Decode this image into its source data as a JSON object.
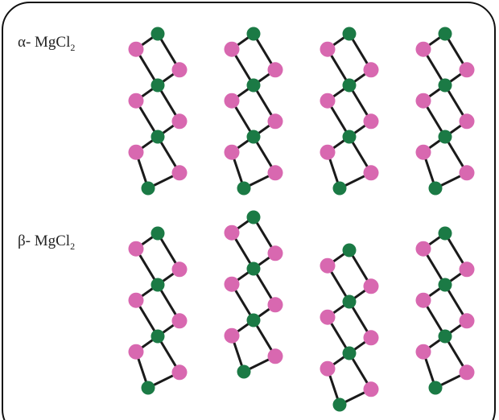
{
  "labels": {
    "alpha": {
      "prefix": "α- MgCl",
      "subscript": "2"
    },
    "beta": {
      "prefix": "β- MgCl",
      "subscript": "2"
    }
  },
  "colors": {
    "mg_atom": "#1b7a45",
    "cl_atom": "#d868b0",
    "bond": "#1a1a1a",
    "border": "#111111"
  },
  "legend_atoms": {
    "mg": "green-atom",
    "cl": "pink-atom"
  }
}
